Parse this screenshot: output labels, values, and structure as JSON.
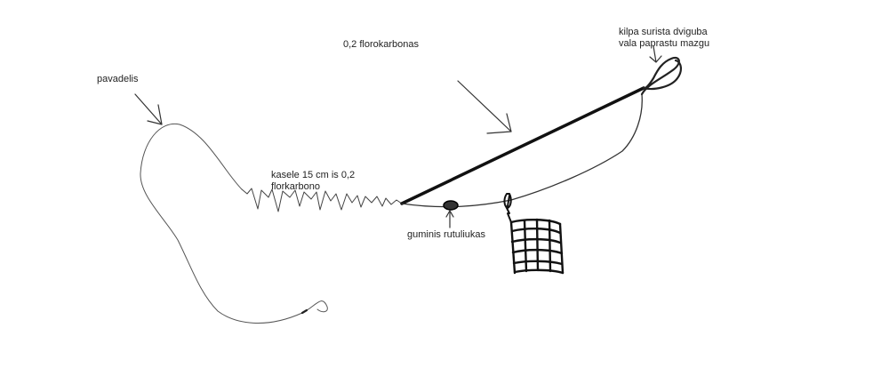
{
  "labels": {
    "pavadelis": "pavadelis",
    "florokarbonas": "0,2 florokarbonas",
    "kilpa_line1": "kilpa surista dviguba",
    "kilpa_line2": "vala paprastu mazgu",
    "kasele_line1": "kasele 15 cm is 0,2",
    "kasele_line2": "florkarbono",
    "guminis": "guminis rutuliukas"
  },
  "colors": {
    "stroke": "#3a3a3a",
    "thick_line": "#111111",
    "text": "#222222"
  }
}
